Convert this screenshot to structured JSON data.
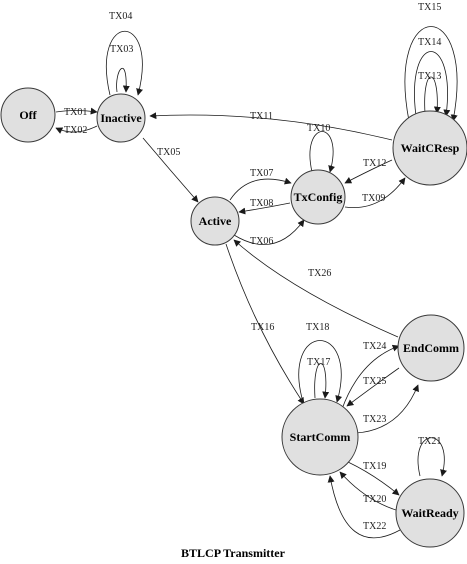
{
  "caption": "BTLCP Transmitter",
  "nodes": {
    "off": "Off",
    "inactive": "Inactive",
    "active": "Active",
    "txconfig": "TxConfig",
    "waitcresp": "WaitCResp",
    "endcomm": "EndComm",
    "startcomm": "StartComm",
    "waitready": "WaitReady"
  },
  "transitions": {
    "tx01": "TX01",
    "tx02": "TX02",
    "tx03": "TX03",
    "tx04": "TX04",
    "tx05": "TX05",
    "tx06": "TX06",
    "tx07": "TX07",
    "tx08": "TX08",
    "tx09": "TX09",
    "tx10": "TX10",
    "tx11": "TX11",
    "tx12": "TX12",
    "tx13": "TX13",
    "tx14": "TX14",
    "tx15": "TX15",
    "tx16": "TX16",
    "tx17": "TX17",
    "tx18": "TX18",
    "tx19": "TX19",
    "tx20": "TX20",
    "tx21": "TX21",
    "tx22": "TX22",
    "tx23": "TX23",
    "tx24": "TX24",
    "tx25": "TX25",
    "tx26": "TX26"
  }
}
